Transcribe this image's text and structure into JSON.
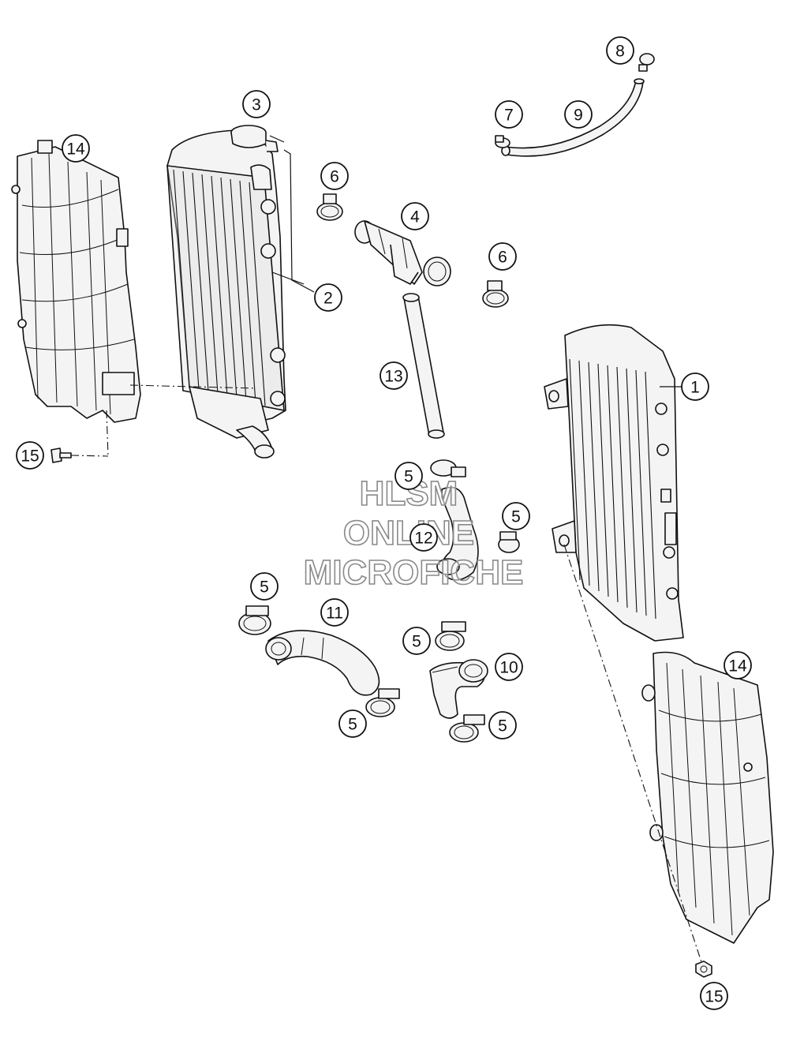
{
  "watermark": {
    "line1": "HLSM",
    "line2": "ONLINE",
    "line3": "MICROFICHE"
  },
  "callouts": {
    "c1": "1",
    "c2": "2",
    "c3": "3",
    "c4": "4",
    "c5a": "5",
    "c5b": "5",
    "c5c": "5",
    "c5d": "5",
    "c5e": "5",
    "c5f": "5",
    "c6a": "6",
    "c6b": "6",
    "c7": "7",
    "c8": "8",
    "c9": "9",
    "c10": "10",
    "c11": "11",
    "c12": "12",
    "c13": "13",
    "c14a": "14",
    "c14b": "14",
    "c15a": "15",
    "c15b": "15"
  },
  "colors": {
    "line": "#111111",
    "part_fill": "#f4f4f4",
    "background": "#ffffff",
    "watermark_stroke": "#8a8a8a"
  }
}
